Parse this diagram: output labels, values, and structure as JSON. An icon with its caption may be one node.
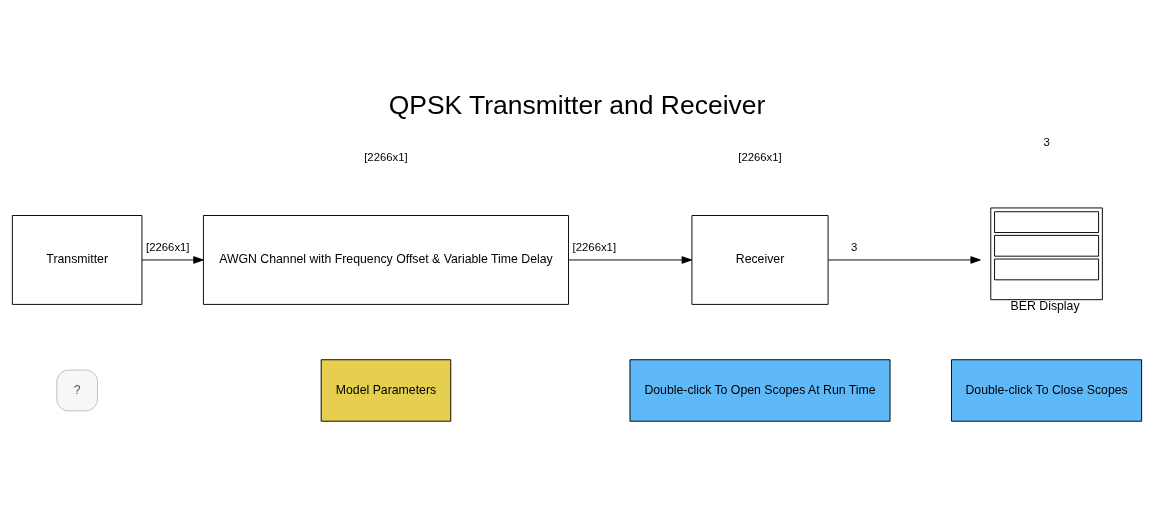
{
  "diagram": {
    "title": "QPSK Transmitter and Receiver",
    "nodes": [
      {
        "text": [
          "Transmitter"
        ]
      },
      {
        "text": [
          "AWGN Channel with Frequency Offset & Variable Time Delay"
        ]
      },
      {
        "text": [
          "Receiver"
        ]
      },
      {
        "text": [
          "BER Display"
        ]
      },
      {
        "text": [
          "?"
        ]
      },
      {
        "text": [
          "Model Parameters"
        ]
      },
      {
        "text": [
          "Double-click To Open Scopes At Run Time"
        ]
      },
      {
        "text": [
          "Double-click To Close Scopes"
        ]
      }
    ],
    "edges": [
      {
        "from": 0,
        "to": 1,
        "arrow": "to",
        "label": "[2266x1]"
      },
      {
        "from": 1,
        "to": 2,
        "arrow": "to",
        "label": "[2266x1]"
      },
      {
        "from": 2,
        "to": 3,
        "arrow": "to",
        "label": "3"
      }
    ],
    "labels": [
      "[2266x1]",
      "[2266x1]",
      "3"
    ]
  }
}
